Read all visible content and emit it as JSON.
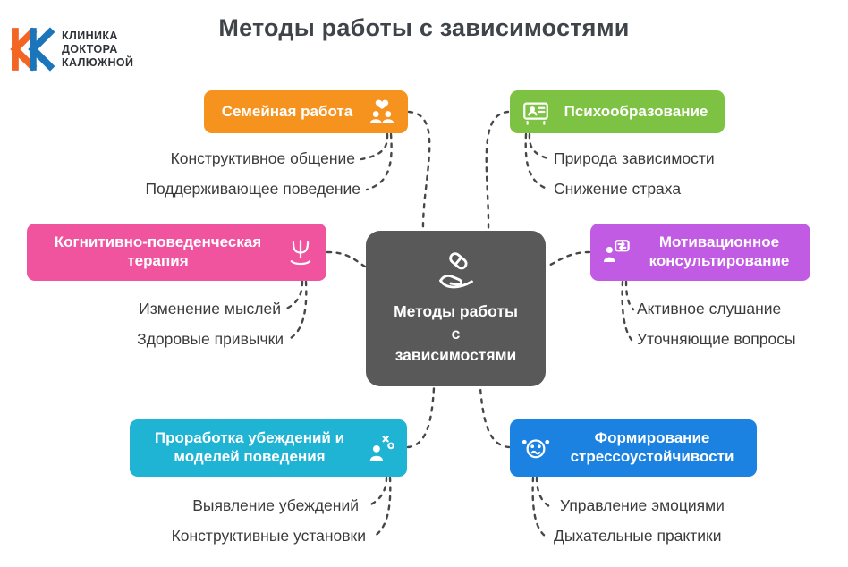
{
  "title": "Методы работы с зависимостями",
  "logo": {
    "lines": [
      "КЛИНИКА",
      "ДОКТОРА",
      "КАЛЮЖНОЙ"
    ],
    "k_orange": "#F26522",
    "k_blue": "#1B75BB"
  },
  "center": {
    "lines": [
      "Методы работы",
      "с",
      "зависимостями"
    ],
    "color": "#595959",
    "icon": "pill-in-hand-icon"
  },
  "branches": [
    {
      "label": "Семейная работа",
      "color": "#F6921E",
      "icon": "family-heart-icon",
      "items": [
        "Конструктивное общение",
        "Поддерживающее поведение"
      ]
    },
    {
      "label": "Психообразование",
      "color": "#7DC242",
      "icon": "psychoeducation-board-icon",
      "items": [
        "Природа зависимости",
        "Снижение страха"
      ]
    },
    {
      "label": "Когнитивно-поведенческая терапия",
      "color": "#F0549E",
      "icon": "psi-hand-icon",
      "items": [
        "Изменение мыслей",
        "Здоровые привычки"
      ]
    },
    {
      "label": "Мотивационное консультирование",
      "color": "#C25BE3",
      "icon": "counseling-chat-icon",
      "items": [
        "Активное слушание",
        "Уточняющие вопросы"
      ]
    },
    {
      "label": "Проработка убеждений и моделей поведения",
      "color": "#1FB3D4",
      "icon": "beliefs-person-icon",
      "items": [
        "Выявление убеждений",
        "Конструктивные установки"
      ]
    },
    {
      "label": "Формирование стрессоустойчивости",
      "color": "#1C82E2",
      "icon": "stress-face-icon",
      "items": [
        "Управление эмоциями",
        "Дыхательные практики"
      ]
    }
  ],
  "connector_color": "#474747"
}
